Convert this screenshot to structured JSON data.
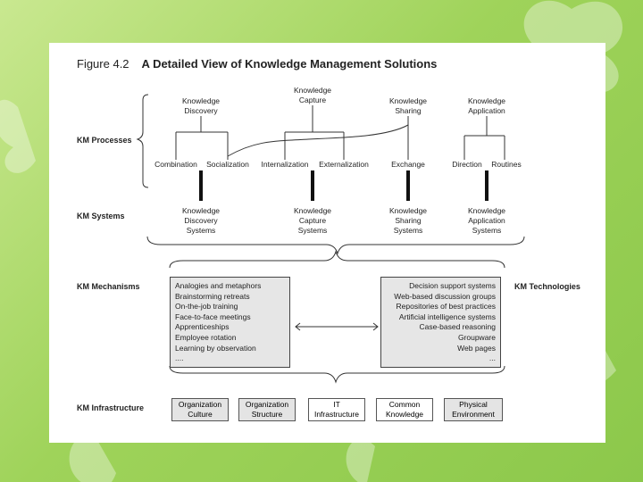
{
  "figure": {
    "number": "Figure 4.2",
    "title": "A Detailed View of Knowledge Management Solutions"
  },
  "row_labels": {
    "processes": "KM Processes",
    "systems": "KM Systems",
    "mechanisms": "KM Mechanisms",
    "technologies": "KM Technologies",
    "infrastructure": "KM Infrastructure"
  },
  "processes": [
    {
      "line1": "Knowledge",
      "line2": "Discovery"
    },
    {
      "line1": "Knowledge",
      "line2": "Capture"
    },
    {
      "line1": "Knowledge",
      "line2": "Sharing"
    },
    {
      "line1": "Knowledge",
      "line2": "Application"
    }
  ],
  "subprocesses": [
    "Combination",
    "Socialization",
    "Internalization",
    "Externalization",
    "Exchange",
    "Direction",
    "Routines"
  ],
  "systems": [
    {
      "line1": "Knowledge",
      "line2": "Discovery",
      "line3": "Systems"
    },
    {
      "line1": "Knowledge",
      "line2": "Capture",
      "line3": "Systems"
    },
    {
      "line1": "Knowledge",
      "line2": "Sharing",
      "line3": "Systems"
    },
    {
      "line1": "Knowledge",
      "line2": "Application",
      "line3": "Systems"
    }
  ],
  "mechanisms": [
    "Analogies and metaphors",
    "Brainstorming retreats",
    "On-the-job training",
    "Face-to-face meetings",
    "Apprenticeships",
    "Employee rotation",
    "Learning by observation",
    "...."
  ],
  "technologies": [
    "Decision support systems",
    "Web-based discussion groups",
    "Repositories of best practices",
    "Artificial intelligence systems",
    "Case-based reasoning",
    "Groupware",
    "Web pages",
    "..."
  ],
  "infrastructure": [
    {
      "line1": "Organization",
      "line2": "Culture"
    },
    {
      "line1": "Organization",
      "line2": "Structure"
    },
    {
      "line1": "IT",
      "line2": "Infrastructure"
    },
    {
      "line1": "Common",
      "line2": "Knowledge"
    },
    {
      "line1": "Physical",
      "line2": "Environment"
    }
  ],
  "colors": {
    "background": "#9fd35a",
    "box_fill": "#e6e6e6",
    "line": "#333333"
  }
}
